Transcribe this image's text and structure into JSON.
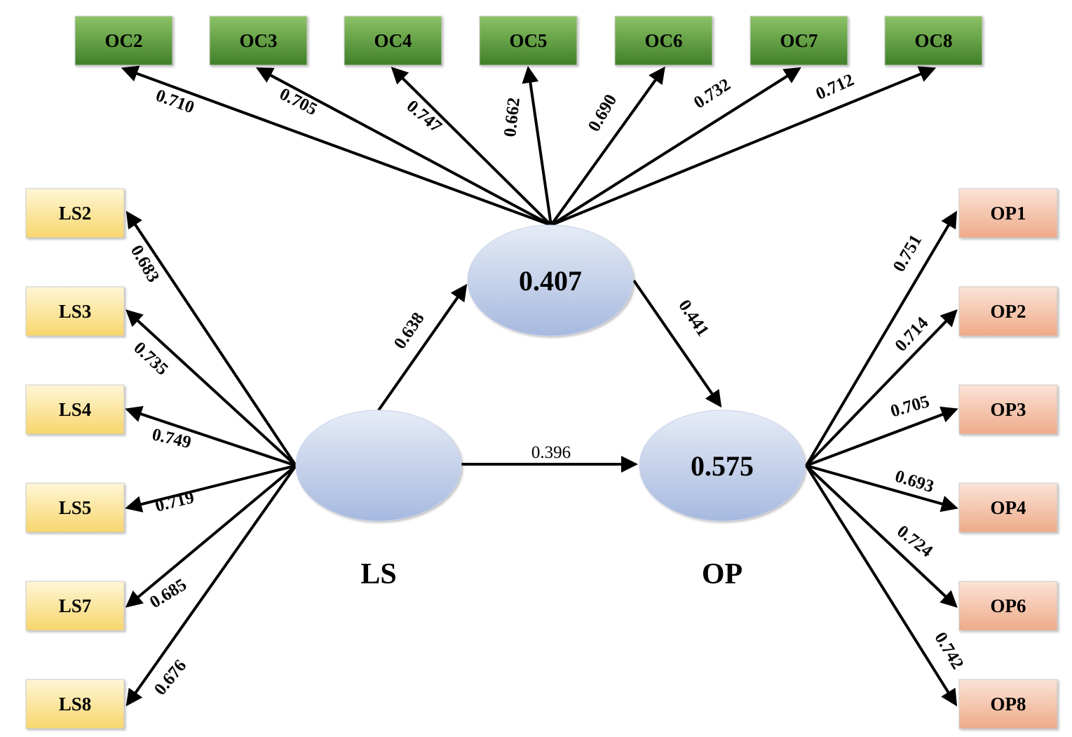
{
  "latents": {
    "ls": {
      "name": "LS",
      "r2": ""
    },
    "oc": {
      "name": "",
      "r2": "0.407"
    },
    "op": {
      "name": "OP",
      "r2": "0.575"
    }
  },
  "paths": {
    "ls_oc": "0.638",
    "oc_op": "0.441",
    "ls_op": "0.396"
  },
  "oc_indicators": [
    {
      "label": "OC2",
      "loading": "0.710"
    },
    {
      "label": "OC3",
      "loading": "0.705"
    },
    {
      "label": "OC4",
      "loading": "0.747"
    },
    {
      "label": "OC5",
      "loading": "0.662"
    },
    {
      "label": "OC6",
      "loading": "0.690"
    },
    {
      "label": "OC7",
      "loading": "0.732"
    },
    {
      "label": "OC8",
      "loading": "0.712"
    }
  ],
  "ls_indicators": [
    {
      "label": "LS2",
      "loading": "0.683"
    },
    {
      "label": "LS3",
      "loading": "0.735"
    },
    {
      "label": "LS4",
      "loading": "0.749"
    },
    {
      "label": "LS5",
      "loading": "0.719"
    },
    {
      "label": "LS7",
      "loading": "0.685"
    },
    {
      "label": "LS8",
      "loading": "0.676"
    }
  ],
  "op_indicators": [
    {
      "label": "OP1",
      "loading": "0.751"
    },
    {
      "label": "OP2",
      "loading": "0.714"
    },
    {
      "label": "OP3",
      "loading": "0.705"
    },
    {
      "label": "OP4",
      "loading": "0.693"
    },
    {
      "label": "OP6",
      "loading": "0.724"
    },
    {
      "label": "OP8",
      "loading": "0.742"
    }
  ],
  "colors": {
    "oc_box_top": "#8cc266",
    "oc_box_bottom": "#3f7f28",
    "ls_box_top": "#fff6d6",
    "ls_box_bottom": "#f7d66c",
    "op_box_top": "#fbe3d7",
    "op_box_bottom": "#eeaa88",
    "ellipse_top": "#e6ecf6",
    "ellipse_bottom": "#a6b9df"
  }
}
